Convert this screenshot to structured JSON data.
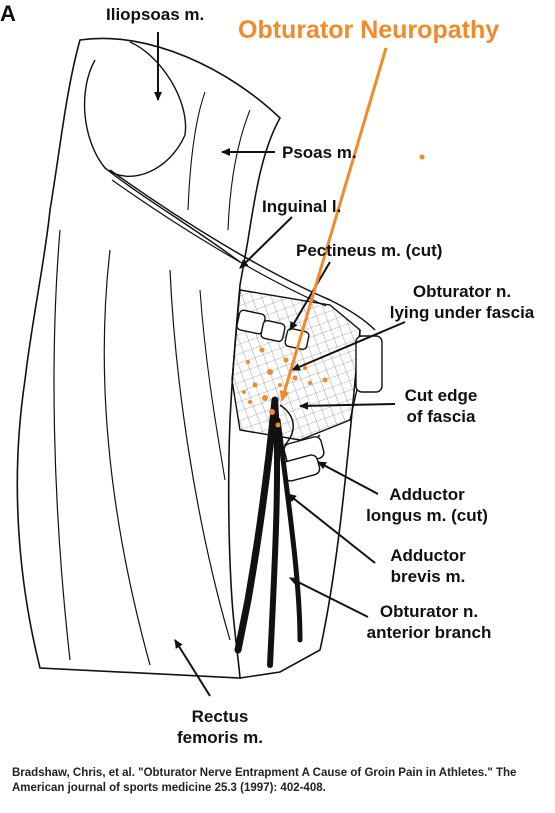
{
  "panel_letter": "A",
  "title": "Obturator Neuropathy",
  "labels": {
    "iliopsoas": "Iliopsoas m.",
    "psoas": "Psoas m.",
    "inguinal": "Inguinal l.",
    "pectineus": "Pectineus m. (cut)",
    "obturator_under_fascia_line1": "Obturator n.",
    "obturator_under_fascia_line2": "lying under fascia",
    "cut_edge_line1": "Cut edge",
    "cut_edge_line2": "of fascia",
    "adductor_longus_line1": "Adductor",
    "adductor_longus_line2": "longus m. (cut)",
    "adductor_brevis_line1": "Adductor",
    "adductor_brevis_line2": "brevis m.",
    "anterior_branch_line1": "Obturator n.",
    "anterior_branch_line2": "anterior branch",
    "rectus_line1": "Rectus",
    "rectus_line2": "femoris m."
  },
  "citation": "Bradshaw, Chris, et al. \"Obturator Nerve Entrapment A Cause of Groin Pain in Athletes.\" The American journal of sports medicine 25.3 (1997): 402-408.",
  "colors": {
    "accent": "#F08A2A",
    "ink": "#111111"
  }
}
